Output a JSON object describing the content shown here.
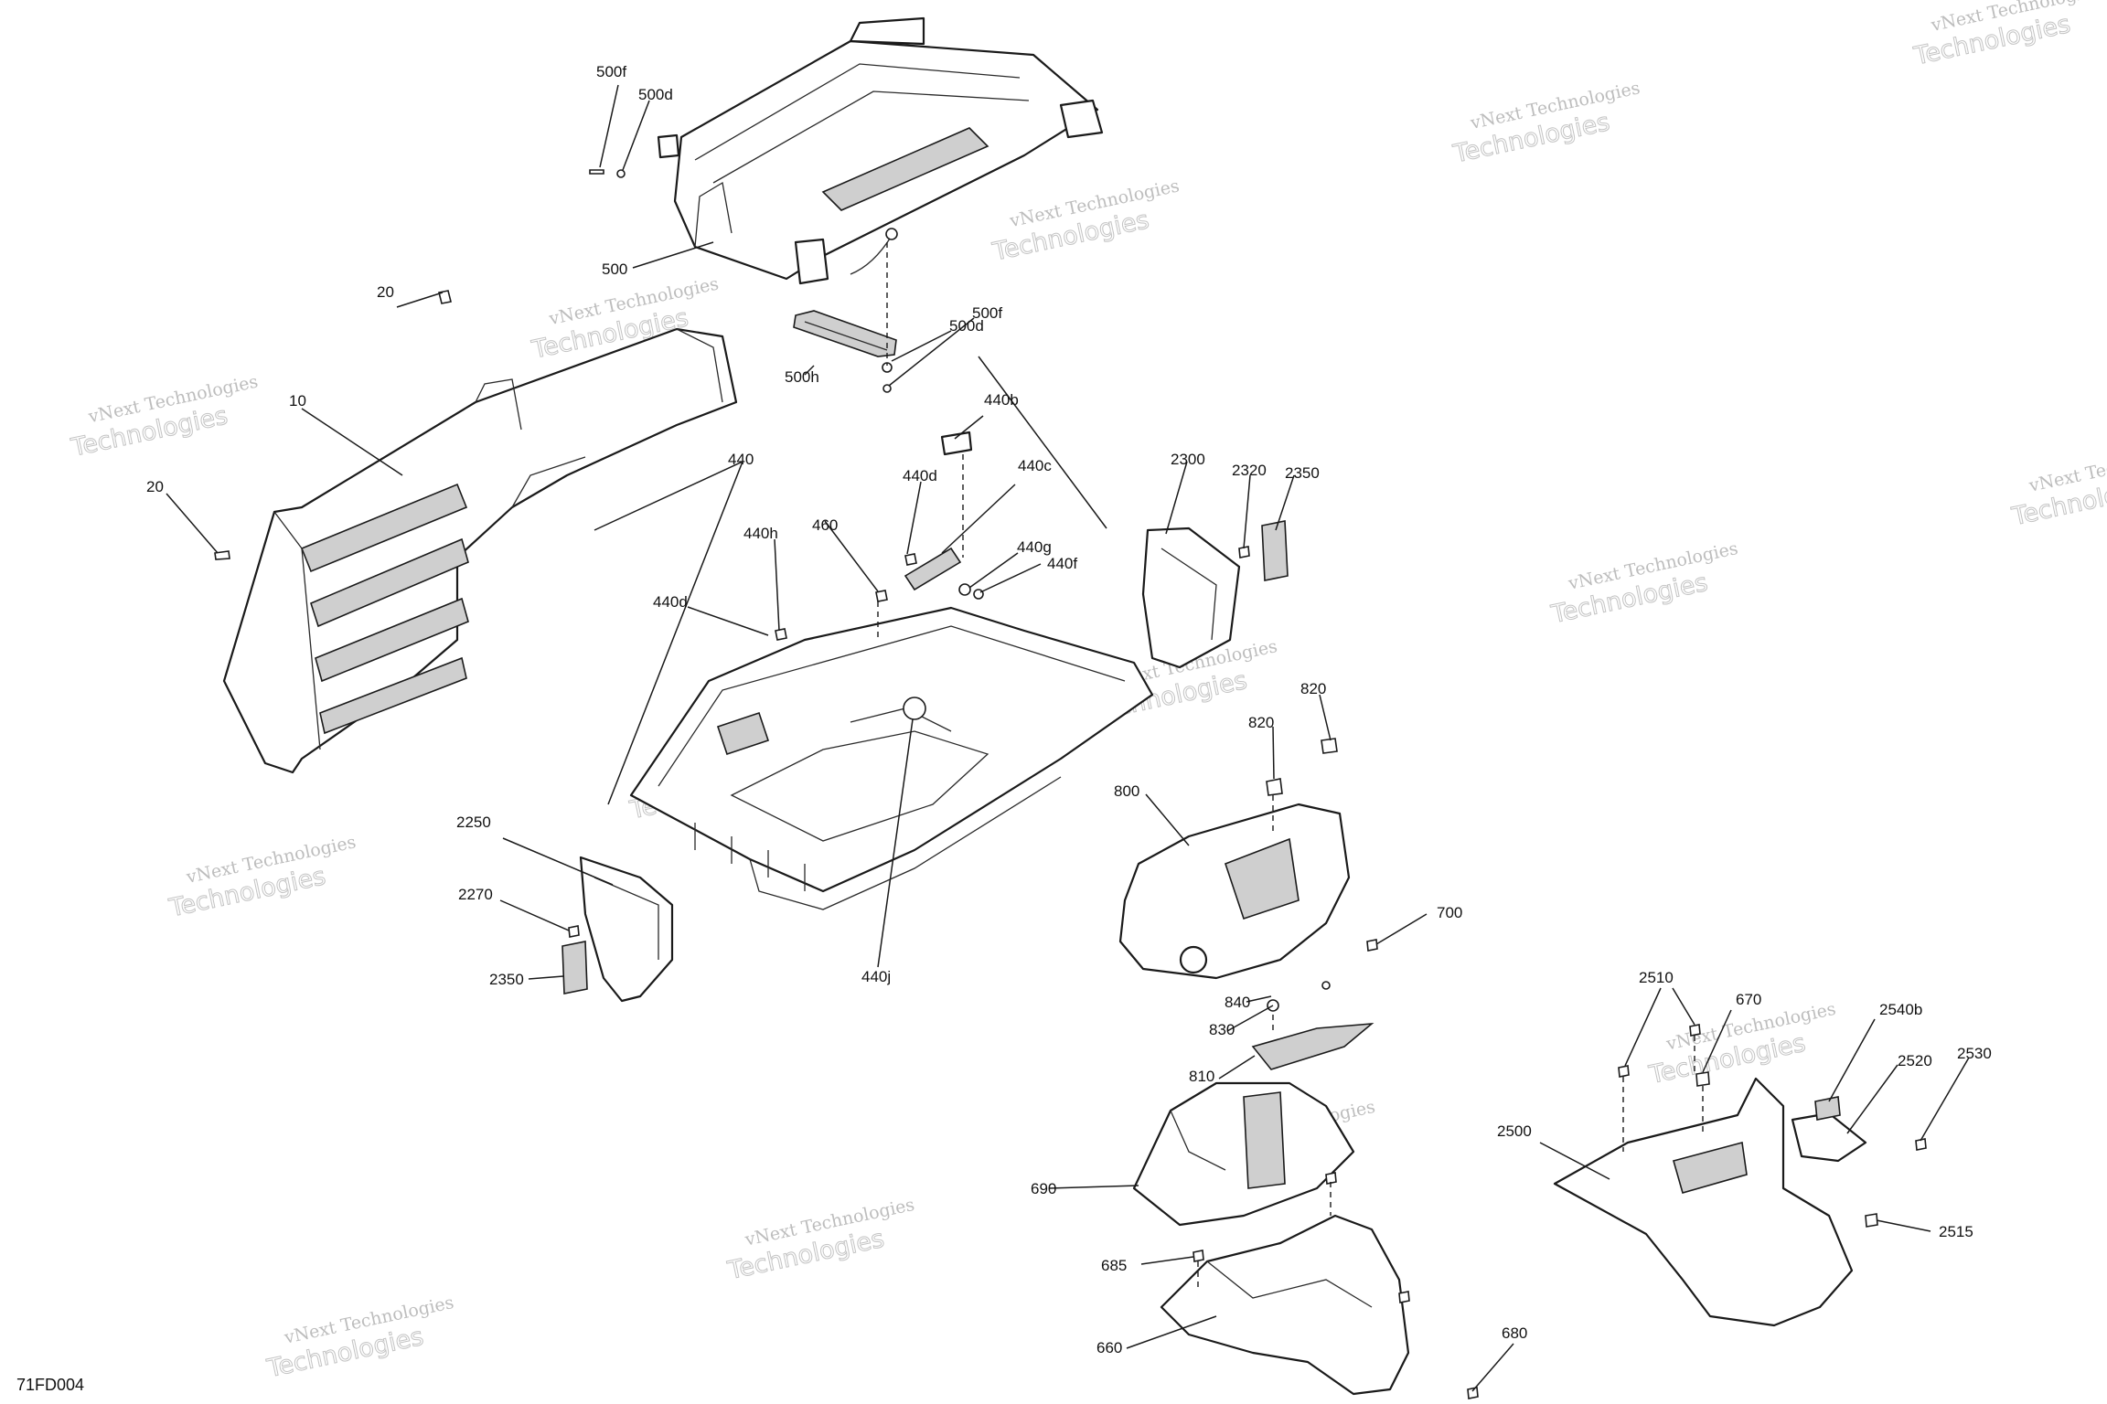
{
  "diagram_id": "71FD004",
  "watermark": {
    "line1": "vNext Technologies",
    "line2": "Technologies"
  },
  "callouts": [
    {
      "id": "c500f_top",
      "text": "500f"
    },
    {
      "id": "c500d_top",
      "text": "500d"
    },
    {
      "id": "c500",
      "text": "500"
    },
    {
      "id": "c500d",
      "text": "500d"
    },
    {
      "id": "c500f",
      "text": "500f"
    },
    {
      "id": "c500h",
      "text": "500h"
    },
    {
      "id": "c20a",
      "text": "20"
    },
    {
      "id": "c10",
      "text": "10"
    },
    {
      "id": "c20b",
      "text": "20"
    },
    {
      "id": "c440",
      "text": "440"
    },
    {
      "id": "c440b",
      "text": "440b"
    },
    {
      "id": "c440d_a",
      "text": "440d"
    },
    {
      "id": "c440c",
      "text": "440c"
    },
    {
      "id": "c440h",
      "text": "440h"
    },
    {
      "id": "c460",
      "text": "460"
    },
    {
      "id": "c440g",
      "text": "440g"
    },
    {
      "id": "c440f",
      "text": "440f"
    },
    {
      "id": "c440d_b",
      "text": "440d"
    },
    {
      "id": "c440j",
      "text": "440j"
    },
    {
      "id": "c2300",
      "text": "2300"
    },
    {
      "id": "c2320",
      "text": "2320"
    },
    {
      "id": "c2350_r",
      "text": "2350"
    },
    {
      "id": "c820_a",
      "text": "820"
    },
    {
      "id": "c820_b",
      "text": "820"
    },
    {
      "id": "c800",
      "text": "800"
    },
    {
      "id": "c700",
      "text": "700"
    },
    {
      "id": "c840",
      "text": "840"
    },
    {
      "id": "c830",
      "text": "830"
    },
    {
      "id": "c810",
      "text": "810"
    },
    {
      "id": "c2250",
      "text": "2250"
    },
    {
      "id": "c2270",
      "text": "2270"
    },
    {
      "id": "c2350_l",
      "text": "2350"
    },
    {
      "id": "c690",
      "text": "690"
    },
    {
      "id": "c685",
      "text": "685"
    },
    {
      "id": "c660",
      "text": "660"
    },
    {
      "id": "c680",
      "text": "680"
    },
    {
      "id": "c2510",
      "text": "2510"
    },
    {
      "id": "c670",
      "text": "670"
    },
    {
      "id": "c2540b",
      "text": "2540b"
    },
    {
      "id": "c2520",
      "text": "2520"
    },
    {
      "id": "c2530",
      "text": "2530"
    },
    {
      "id": "c2500",
      "text": "2500"
    },
    {
      "id": "c2515",
      "text": "2515"
    }
  ]
}
